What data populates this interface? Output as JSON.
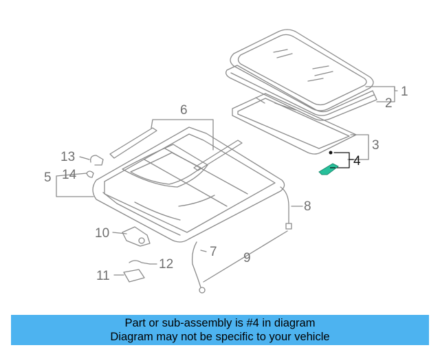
{
  "diagram": {
    "callouts": [
      "1",
      "2",
      "3",
      "4",
      "5",
      "6",
      "7",
      "8",
      "9",
      "10",
      "11",
      "12",
      "13",
      "14"
    ],
    "highlight_part": "4",
    "colors": {
      "line": "#8a8a8a",
      "highlight": "#27c09b",
      "label": "#6f6f6f",
      "banner": "#4db3f0"
    }
  },
  "banner": {
    "line1": "Part or sub-assembly is #4 in diagram",
    "line2": "Diagram may not be specific to your vehicle"
  }
}
